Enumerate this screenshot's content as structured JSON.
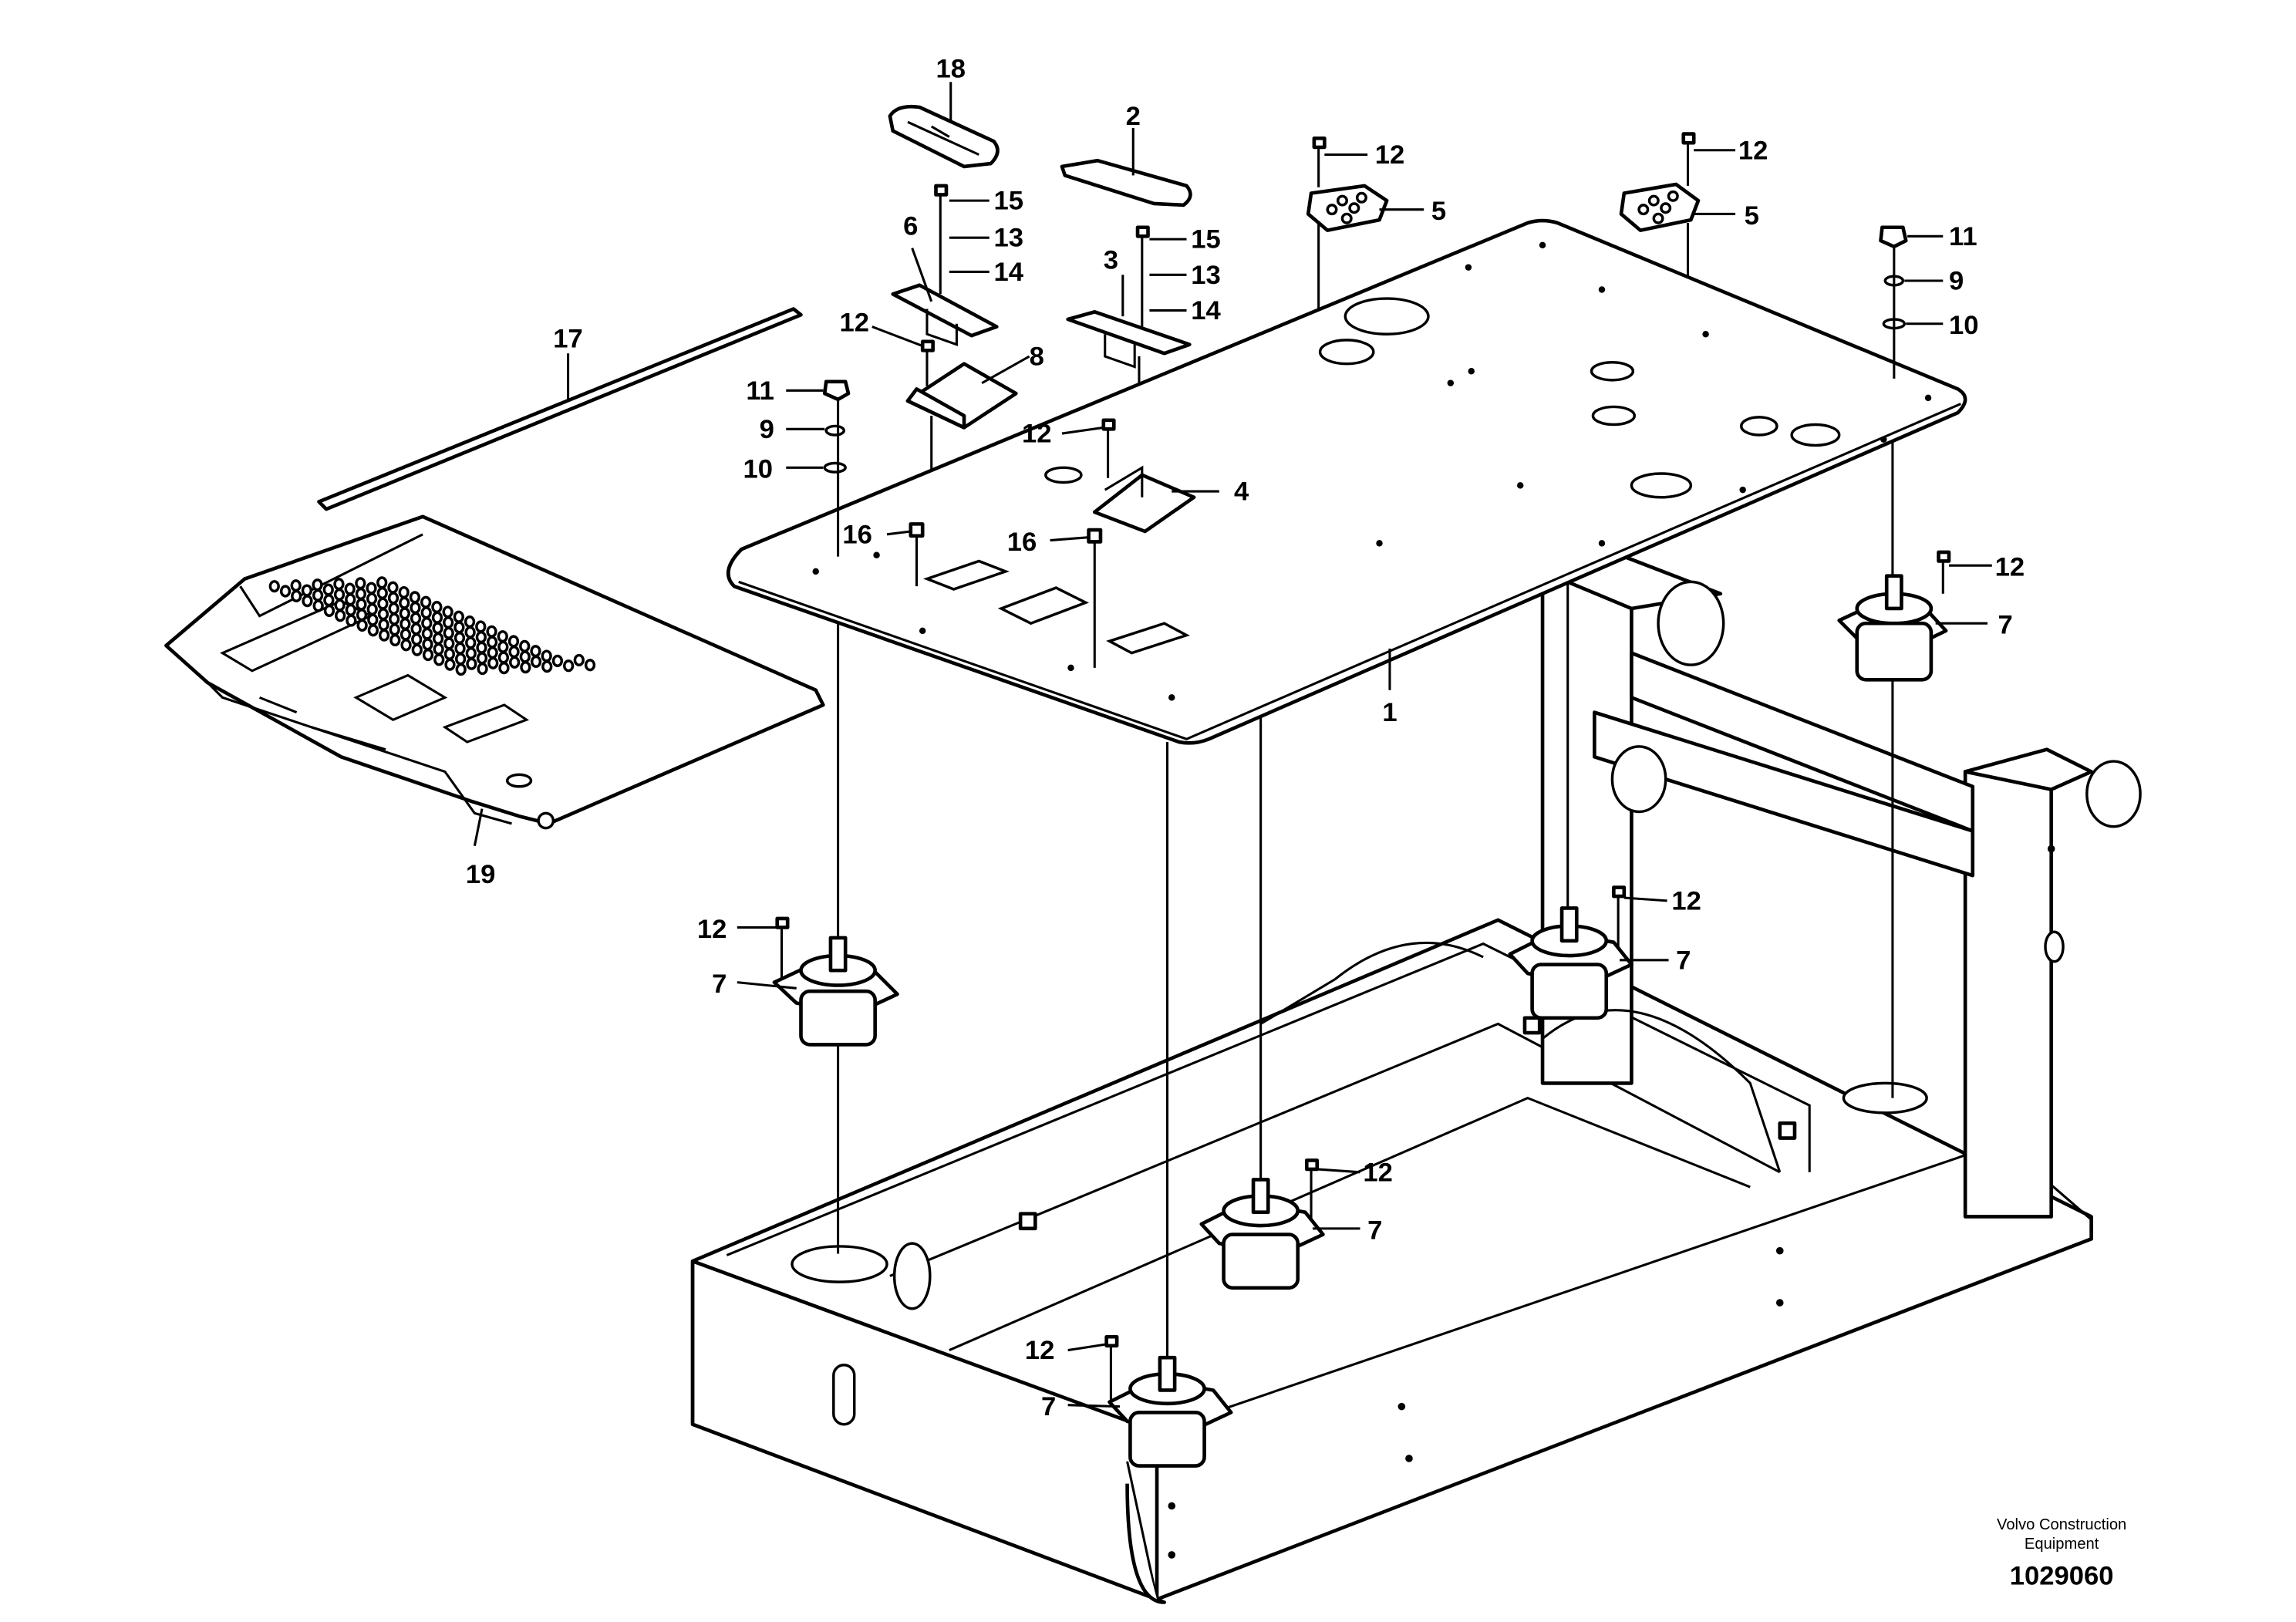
{
  "callouts": {
    "c1": "1",
    "c2": "2",
    "c3": "3",
    "c4": "4",
    "c5a": "5",
    "c5b": "5",
    "c6": "6",
    "c7a": "7",
    "c7b": "7",
    "c7c": "7",
    "c7d": "7",
    "c7e": "7",
    "c8": "8",
    "c9a": "9",
    "c9b": "9",
    "c10a": "10",
    "c10b": "10",
    "c11a": "11",
    "c11b": "11",
    "c12a": "12",
    "c12b": "12",
    "c12c": "12",
    "c12d": "12",
    "c12e": "12",
    "c12f": "12",
    "c12g": "12",
    "c12h": "12",
    "c12i": "12",
    "c13a": "13",
    "c13b": "13",
    "c14a": "14",
    "c14b": "14",
    "c15a": "15",
    "c15b": "15",
    "c16a": "16",
    "c16b": "16",
    "c17": "17",
    "c18": "18",
    "c19": "19"
  },
  "credit": {
    "line1": "Volvo Construction",
    "line2": "Equipment",
    "drawing_number": "1029060"
  }
}
